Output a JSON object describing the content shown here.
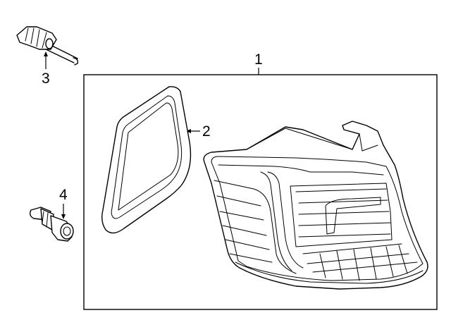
{
  "diagram": {
    "callouts": {
      "lamp_assembly": "1",
      "gasket": "2",
      "bulb_socket": "3",
      "bulb": "4"
    }
  }
}
